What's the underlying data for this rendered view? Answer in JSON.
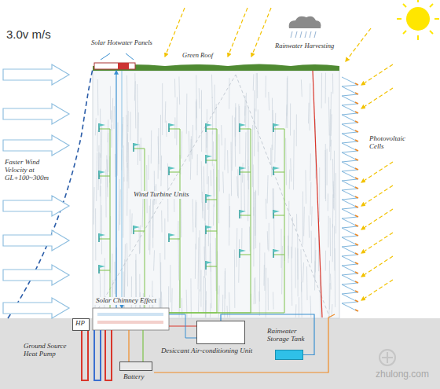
{
  "diagram": {
    "nodes": [
      {
        "text": [
          "HP"
        ]
      },
      {
        "text": [
          "Battery"
        ]
      },
      {
        "text": [
          "Desiccant Air-conditioning Unit"
        ]
      },
      {
        "text": [
          "Rainwater Storage Tank"
        ]
      }
    ],
    "edges": [
      {
        "from": 3,
        "to": 2,
        "arrow": "none"
      }
    ],
    "labels": [
      "3.0v m/s",
      "Faster Wind Velocity at GL+100~300m",
      "Solar Hotwater Panels",
      "Green Roof",
      "Rainwater Harvesting",
      "Photovoltaic Cells",
      "Wind Turbine Units",
      "Solar Chimney Effect",
      "Ground Source Heat Pump",
      "zhulong.com"
    ]
  }
}
